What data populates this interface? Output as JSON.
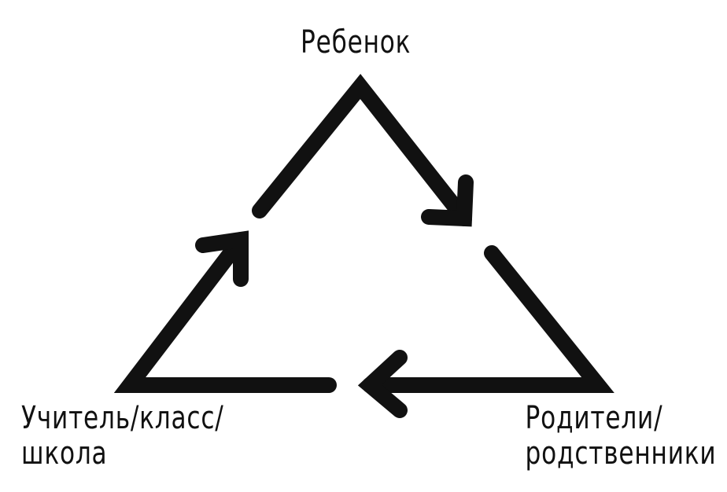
{
  "nodes": {
    "top": {
      "label": "Ребенок"
    },
    "left": {
      "line1": "Учитель/класс/",
      "line2": "школа"
    },
    "right": {
      "line1": "Родители/",
      "line2": "родственники"
    }
  },
  "colors": {
    "stroke": "#111111",
    "background": "#ffffff"
  },
  "edges": [
    {
      "from": "top",
      "to": "right"
    },
    {
      "from": "right",
      "to": "left"
    },
    {
      "from": "left",
      "to": "top"
    }
  ]
}
